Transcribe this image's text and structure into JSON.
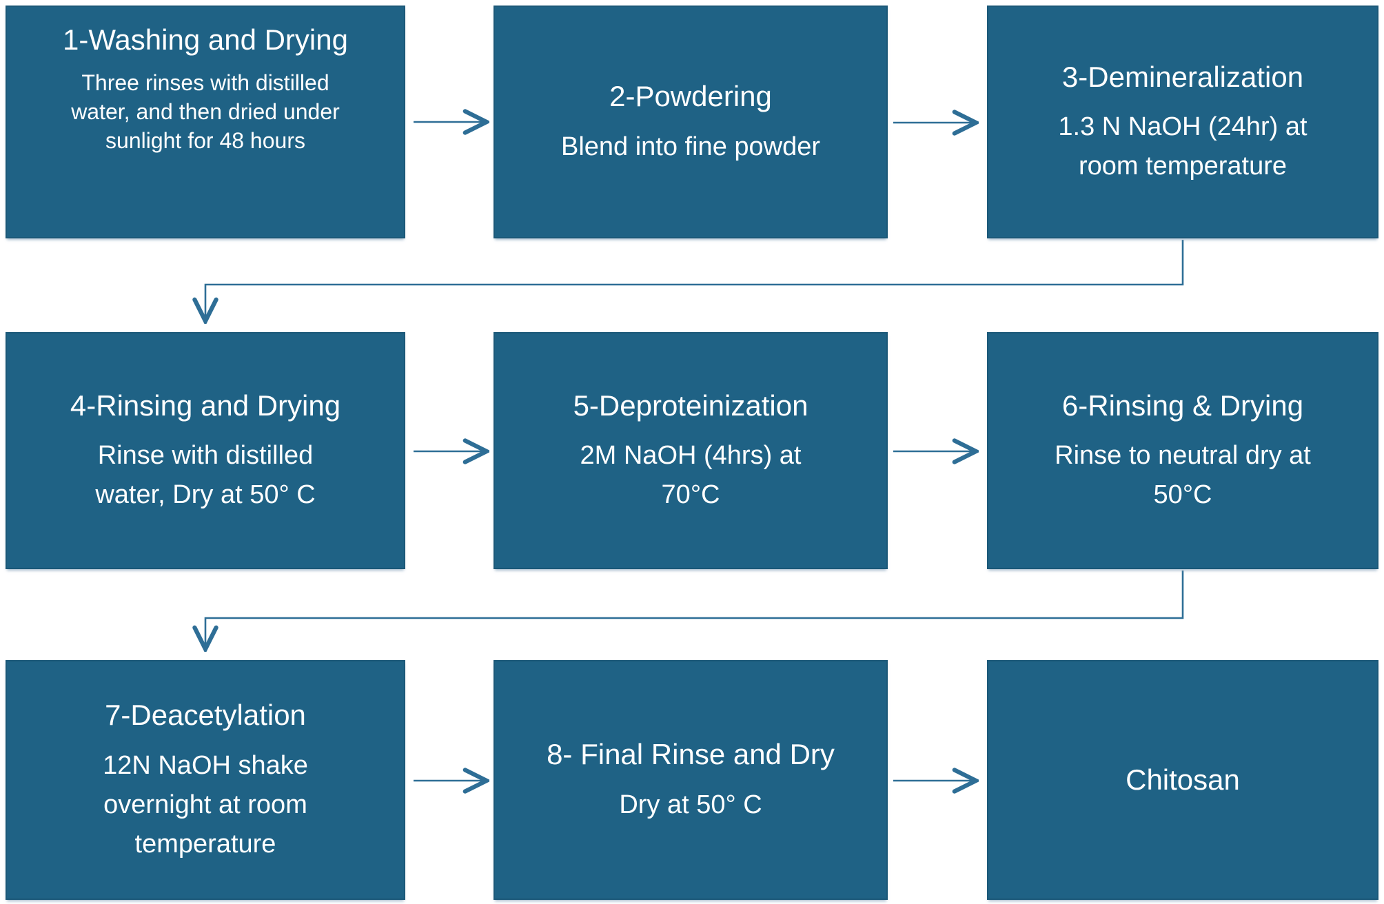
{
  "diagram": {
    "title": "Chitosan extraction process flowchart",
    "colors": {
      "box_fill": "#1f6285",
      "box_border": "#1b5878",
      "arrow": "#2e6e96",
      "text": "#ffffff",
      "background": "#ffffff"
    },
    "boxes": [
      {
        "id": "1",
        "title": "1-Washing and Drying",
        "body": "Three rinses with distilled\nwater, and then dried under\nsunlight for 48 hours"
      },
      {
        "id": "2",
        "title": "2-Powdering",
        "body": "Blend into fine powder"
      },
      {
        "id": "3",
        "title": "3-Demineralization",
        "body": "1.3 N NaOH (24hr) at\nroom temperature"
      },
      {
        "id": "4",
        "title": "4-Rinsing and Drying",
        "body": "Rinse with distilled\nwater, Dry at 50° C"
      },
      {
        "id": "5",
        "title": "5-Deproteinization",
        "body": "2M NaOH (4hrs) at\n70°C"
      },
      {
        "id": "6",
        "title": "6-Rinsing & Drying",
        "body": "Rinse to neutral dry at\n50°C"
      },
      {
        "id": "7",
        "title": "7-Deacetylation",
        "body": "12N NaOH shake\novernight at room\ntemperature"
      },
      {
        "id": "8",
        "title": "8- Final Rinse and Dry",
        "body": "Dry at 50° C"
      },
      {
        "id": "9",
        "title": "Chitosan",
        "body": ""
      }
    ],
    "connections": [
      {
        "from": "1",
        "to": "2",
        "type": "straight-arrow"
      },
      {
        "from": "2",
        "to": "3",
        "type": "straight-arrow"
      },
      {
        "from": "3",
        "to": "4",
        "type": "elbow-arrow"
      },
      {
        "from": "4",
        "to": "5",
        "type": "straight-arrow"
      },
      {
        "from": "5",
        "to": "6",
        "type": "straight-arrow"
      },
      {
        "from": "6",
        "to": "7",
        "type": "elbow-arrow"
      },
      {
        "from": "7",
        "to": "8",
        "type": "straight-arrow"
      },
      {
        "from": "8",
        "to": "9",
        "type": "straight-arrow"
      }
    ]
  }
}
